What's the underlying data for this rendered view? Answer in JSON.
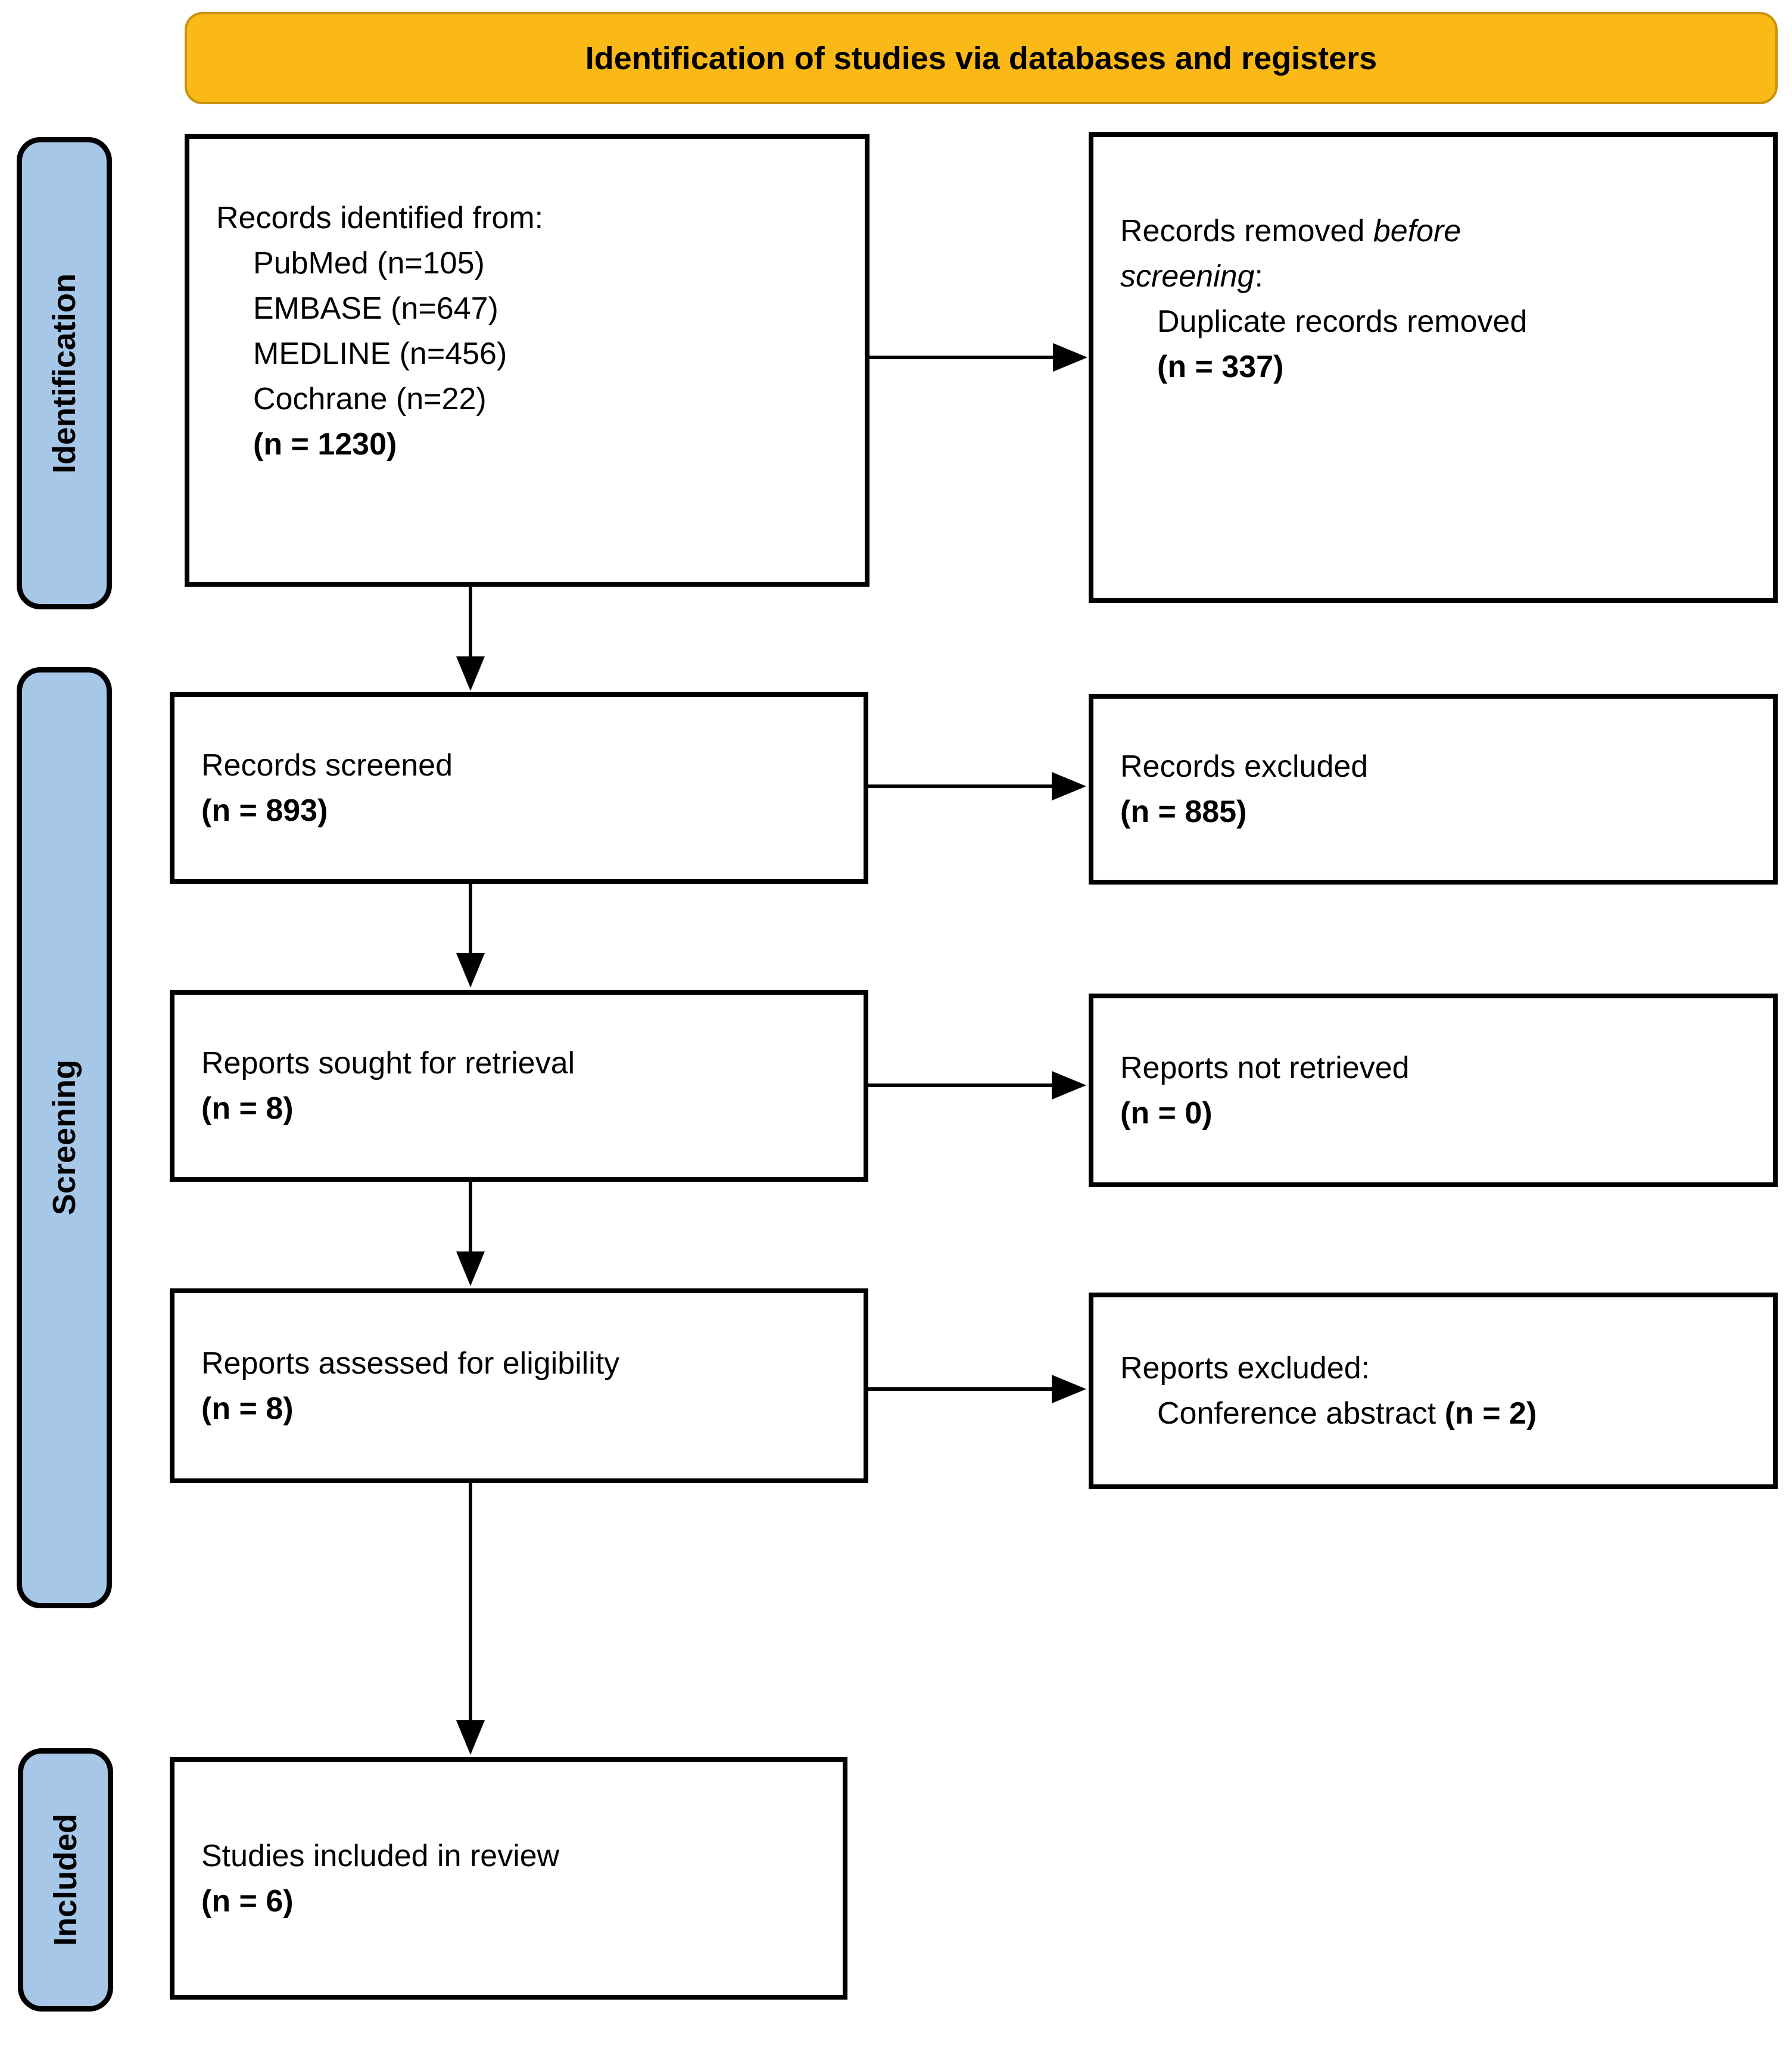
{
  "colors": {
    "banner_bg": "#FBB917",
    "banner_border": "#C9920E",
    "stage_bg": "#A7C7E8",
    "box_border": "#000000",
    "arrow": "#000000"
  },
  "banner": {
    "title": "Identification of studies via databases and registers"
  },
  "stages": {
    "identification": "Identification",
    "screening": "Screening",
    "included": "Included"
  },
  "boxes": {
    "records_identified": {
      "intro": "Records identified from:",
      "sources": [
        "PubMed (n=105)",
        "EMBASE (n=647)",
        "MEDLINE (n=456)",
        "Cochrane (n=22)"
      ],
      "total": "(n = 1230)"
    },
    "records_removed": {
      "l1_normal": "Records removed ",
      "l1_italic": "before",
      "l2_italic": "screening",
      "l2_colon": ":",
      "reason": "Duplicate records removed",
      "total": "(n = 337)"
    },
    "records_screened": {
      "title": "Records screened",
      "count": "(n = 893)"
    },
    "records_excluded": {
      "title": "Records excluded",
      "count": "(n = 885)"
    },
    "reports_sought": {
      "title": "Reports sought for retrieval",
      "count": "(n = 8)"
    },
    "reports_not_retrieved": {
      "title": "Reports not retrieved",
      "count": "(n = 0)"
    },
    "reports_assessed": {
      "title": "Reports assessed for eligibility",
      "count": "(n = 8)"
    },
    "reports_excluded": {
      "title": "Reports excluded:",
      "reason": "Conference abstract ",
      "reason_count": "(n = 2)"
    },
    "studies_included": {
      "title": "Studies included in review",
      "count": "(n = 6)"
    }
  }
}
